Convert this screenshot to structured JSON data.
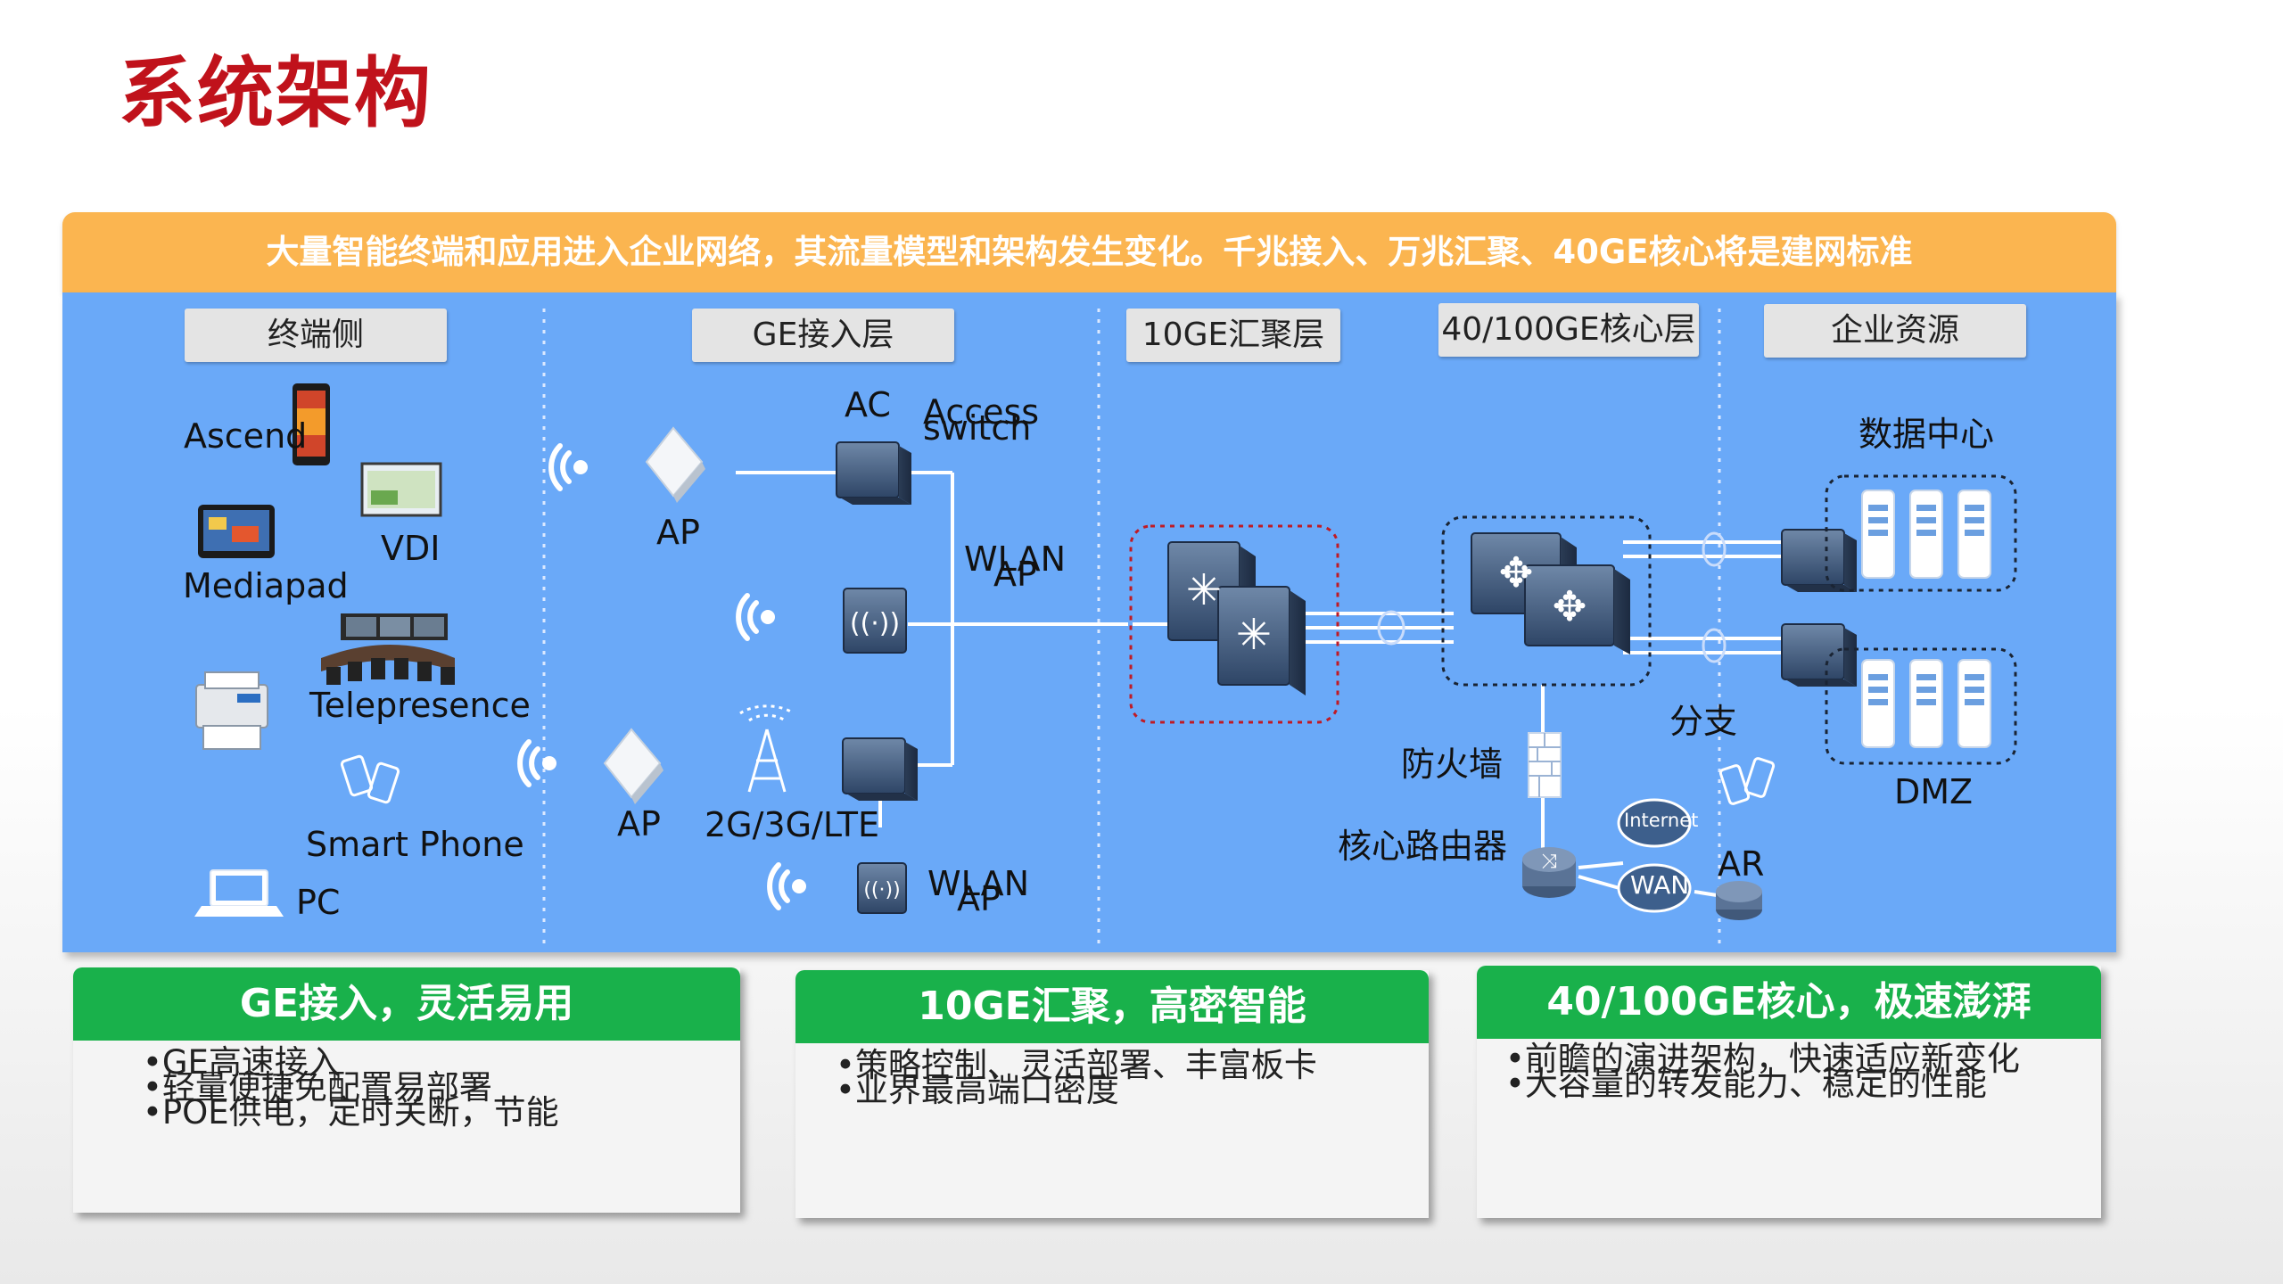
{
  "title": "系统架构",
  "headline": "大量智能终端和应用进入企业网络，其流量模型和架构发生变化。千兆接入、万兆汇聚、40GE核心将是建网标准",
  "layers": [
    "终端侧",
    "GE接入层",
    "10GE汇聚层",
    "40/100GE核心层",
    "企业资源"
  ],
  "terminals": {
    "ascend": "Ascend",
    "vdi": "VDI",
    "mediapad": "Mediapad",
    "telepresence": "Telepresence",
    "smart_phone": "Smart Phone",
    "pc": "PC"
  },
  "access": {
    "ap_top": "AP",
    "ap_bottom": "AP",
    "ac": "AC",
    "access_switch_1": "Access",
    "access_switch_2": "switch",
    "wlan_ap_1_a": "WLAN",
    "wlan_ap_1_b": "AP",
    "wlan_ap_2_a": "WLAN",
    "wlan_ap_2_b": "AP",
    "cellular": "2G/3G/LTE"
  },
  "core": {
    "firewall": "防火墙",
    "core_router": "核心路由器",
    "branch": "分支",
    "internet": "Internet",
    "wan": "WAN",
    "ar": "AR"
  },
  "resources": {
    "data_center": "数据中心",
    "dmz": "DMZ"
  },
  "cards": [
    {
      "title": "GE接入，灵活易用",
      "items": [
        "•GE高速接入",
        "•轻量便捷免配置易部署",
        "•POE供电，定时关断，节能"
      ]
    },
    {
      "title": "10GE汇聚，高密智能",
      "items": [
        "•策略控制、灵活部署、丰富板卡",
        "•业界最高端口密度"
      ]
    },
    {
      "title": "40/100GE核心，极速澎湃",
      "items": [
        "•前瞻的演进架构，快速适应新变化",
        "•大容量的转发能力、稳定的性能"
      ]
    }
  ],
  "colors": {
    "title_red": "#c0121b",
    "banner_orange": "#fbb550",
    "diagram_blue": "#6aa9f8",
    "card_green": "#19b14b"
  }
}
